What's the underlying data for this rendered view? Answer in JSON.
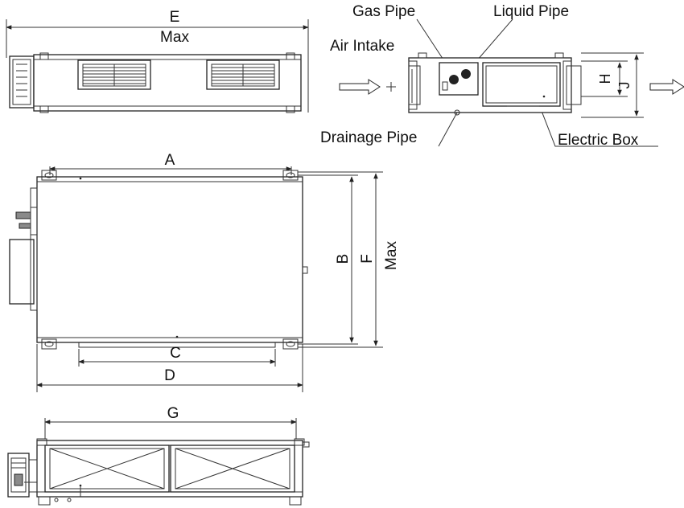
{
  "top_view_labels": {
    "dim_e": "E",
    "max_e": "Max"
  },
  "side_view_labels": {
    "gas_pipe": "Gas Pipe",
    "liquid_pipe": "Liquid Pipe",
    "air_intake": "Air Intake",
    "drainage_pipe": "Drainage Pipe",
    "electric_box": "Electric Box",
    "dim_h": "H",
    "dim_j": "J"
  },
  "plan_view_labels": {
    "dim_a": "A",
    "dim_b": "B",
    "dim_f": "F",
    "max_f": "Max",
    "dim_c": "C",
    "dim_d": "D"
  },
  "bottom_view_labels": {
    "dim_g": "G"
  }
}
